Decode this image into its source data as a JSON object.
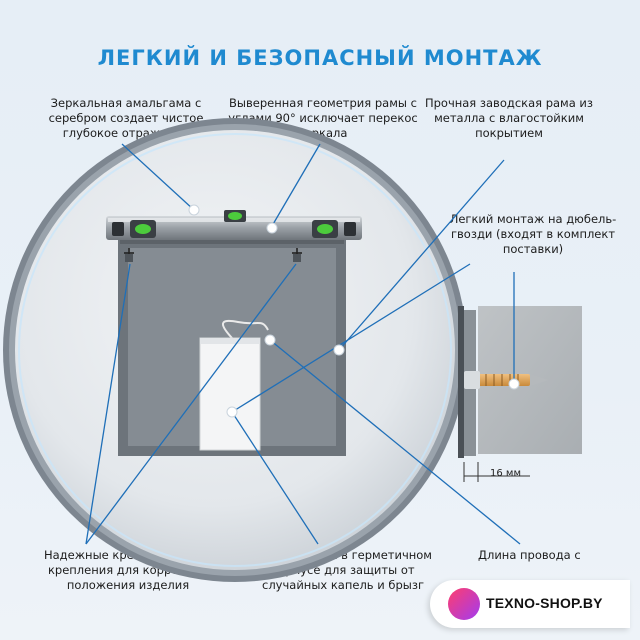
{
  "title": "ЛЕГКИЙ И БЕЗОПАСНЫЙ МОНТАЖ",
  "notes": {
    "amalgam": "Зеркальная амальгама с серебром создает чистое глубокое отражение",
    "geometry": "Выверенная геометрия рамы с углами 90° исключает перекос зеркала",
    "frame": "Прочная заводская рама из металла с влагостойким покрытием",
    "mounting": "Легкий монтаж на дюбель-гвозди (входят в комплект поставки)",
    "crosses": "Надежные крестообразные крепления для коррекции положения изделия",
    "power": "Блок питания в герметичном корпусе для защиты от случайных капель и брызг",
    "wire": "Длина провода с"
  },
  "dimension": "16 мм",
  "logo": {
    "text": "TEXNO-SHOP.BY"
  },
  "colors": {
    "accent": "#1f8ad0",
    "leader": "#1f6fb8"
  }
}
